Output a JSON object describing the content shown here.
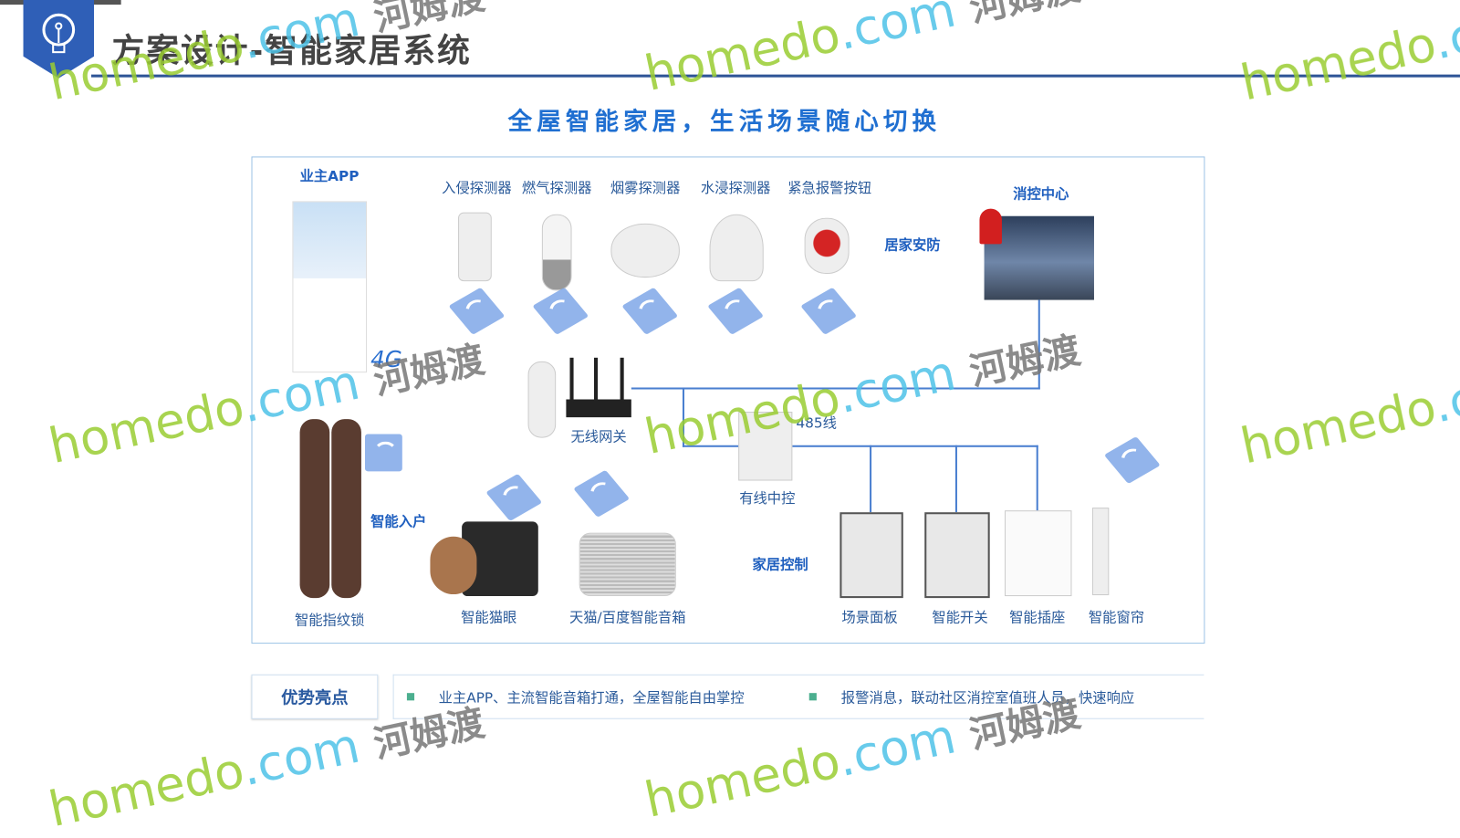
{
  "header": {
    "title": "方案设计-智能家居系统",
    "icon": "lightbulb-icon"
  },
  "subtitle": "全屋智能家居，生活场景随心切换",
  "diagram": {
    "owner_app": "业主APP",
    "sensors": [
      "入侵探测器",
      "燃气探测器",
      "烟雾探测器",
      "水浸探测器",
      "紧急报警按钮"
    ],
    "home_security": "居家安防",
    "fire_center": "消控中心",
    "net_4g": "4G",
    "wireless_gateway": "无线网关",
    "wire_485": "485线",
    "wired_controller": "有线中控",
    "smart_entry": "智能入户",
    "home_control": "家居控制",
    "devices": [
      "智能指纹锁",
      "智能猫眼",
      "天猫/百度智能音箱",
      "场景面板",
      "智能开关",
      "智能插座",
      "智能窗帘"
    ]
  },
  "highlights": {
    "label": "优势亮点",
    "items": [
      "业主APP、主流智能音箱打通，全屋智能自由掌控",
      "报警消息，联动社区消控室值班人员，快速响应"
    ]
  },
  "watermark": {
    "brand": "homedo",
    "domain": ".com",
    "cn": "河姆渡"
  },
  "colors": {
    "accent": "#2f5597",
    "subtitle": "#1f6fd1",
    "bullet": "#4caf8f",
    "border": "#9dc3e6"
  }
}
